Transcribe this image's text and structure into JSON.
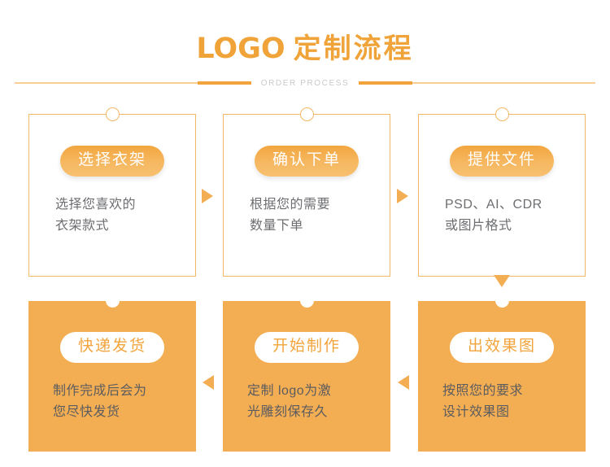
{
  "header": {
    "title_logo": "LOGO",
    "title_cn": "定制流程",
    "subtitle": "ORDER PROCESS",
    "accent_color": "#f0a338",
    "rule_light_color": "#f8cf96",
    "rule_strong_color": "#f2a33c",
    "subtitle_color": "#c9c9c9"
  },
  "flow": {
    "top_row": [
      {
        "step": "1",
        "badge": "选择衣架",
        "body": "选择您喜欢的\n衣架款式",
        "style": "outline"
      },
      {
        "step": "2",
        "badge": "确认下单",
        "body": "根据您的需要\n数量下单",
        "style": "outline"
      },
      {
        "step": "3",
        "badge": "提供文件",
        "body": "PSD、AI、CDR\n或图片格式",
        "style": "outline"
      }
    ],
    "bottom_row": [
      {
        "step": "6",
        "badge": "快递发货",
        "body": "制作完成后会为\n您尽快发货",
        "style": "solid"
      },
      {
        "step": "5",
        "badge": "开始制作",
        "body": "定制 logo为激\n光雕刻保存久",
        "style": "solid"
      },
      {
        "step": "4",
        "badge": "出效果图",
        "body": "按照您的要求\n设计效果图",
        "style": "solid"
      }
    ],
    "connectors": [
      {
        "name": "arrow-top-1",
        "direction": "right"
      },
      {
        "name": "arrow-top-2",
        "direction": "right"
      },
      {
        "name": "arrow-down-1",
        "direction": "down"
      },
      {
        "name": "arrow-bottom-1",
        "direction": "left"
      },
      {
        "name": "arrow-bottom-2",
        "direction": "left"
      }
    ]
  },
  "colors": {
    "card_border": "#f3b765",
    "card_fill": "#f3ae54",
    "pill_orange_from": "#f2a63f",
    "pill_orange_to": "#f7c070",
    "pill_white": "#ffffff",
    "pill_white_text": "#f2a43c",
    "body_text": "#6d6e71",
    "arrow": "#f3ad52",
    "background": "#ffffff"
  }
}
